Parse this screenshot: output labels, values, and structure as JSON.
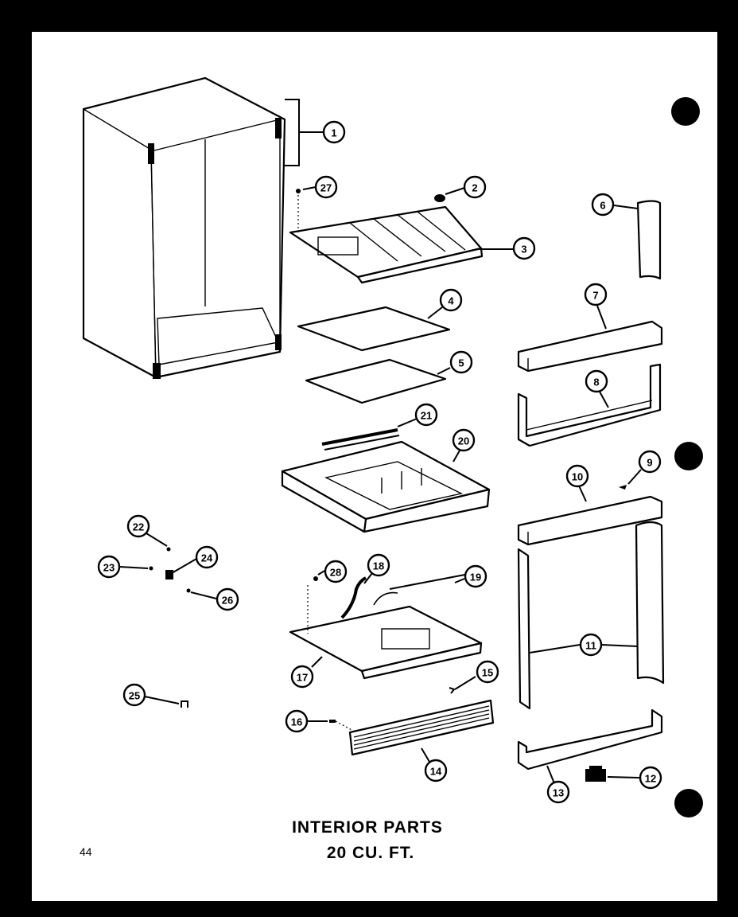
{
  "title": {
    "line1": "INTERIOR PARTS",
    "line2": "20 CU. FT."
  },
  "page_number": "44",
  "callouts": [
    "1",
    "2",
    "3",
    "4",
    "5",
    "6",
    "7",
    "8",
    "9",
    "10",
    "11",
    "12",
    "13",
    "14",
    "15",
    "16",
    "17",
    "18",
    "19",
    "20",
    "21",
    "22",
    "23",
    "24",
    "25",
    "26",
    "27",
    "28"
  ]
}
